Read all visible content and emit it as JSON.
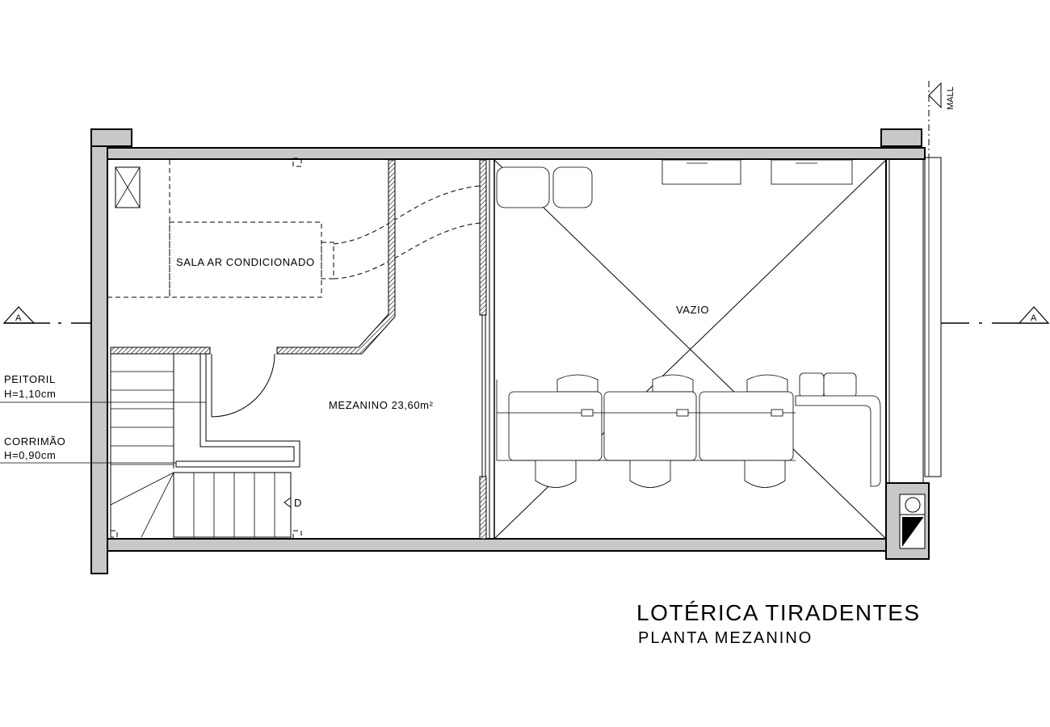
{
  "labels": {
    "sala_ar": "SALA AR CONDICIONADO",
    "vazio": "VAZIO",
    "mezanino": "MEZANINO 23,60m²",
    "peitoril": "PEITORIL",
    "peitoril_h": "H=1,10cm",
    "corrimao": "CORRIMÃO",
    "corrimao_h": "H=0,90cm",
    "stair_direction": "D",
    "section_left": "A",
    "section_right": "A",
    "mall": "MALL"
  },
  "title": {
    "main": "LOTÉRICA TIRADENTES",
    "subtitle": "PLANTA MEZANINO"
  },
  "colors": {
    "wall_fill": "#c8c8c8",
    "line": "#000000",
    "background": "#ffffff"
  }
}
